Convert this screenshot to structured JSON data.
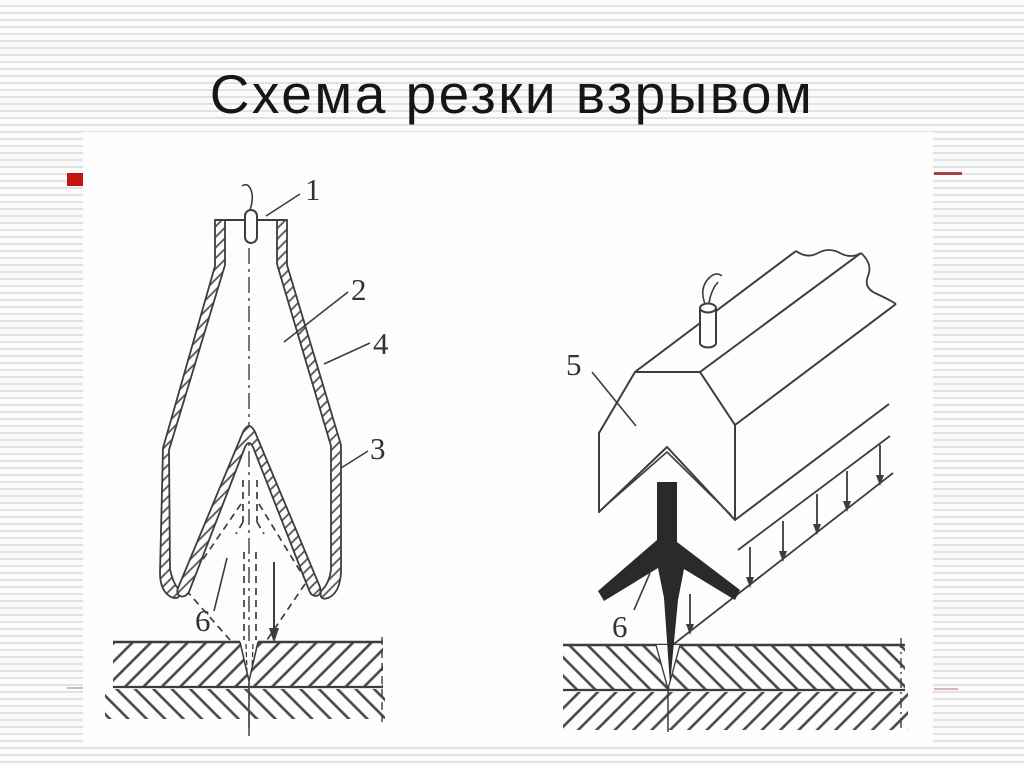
{
  "slide": {
    "title": "Схема резки взрывом"
  },
  "accents": {
    "red_square": "#c31414",
    "dark_red_line": "#a84040",
    "pale_red_line": "#d9b6b6",
    "stripe_gray": "#e2e2e2"
  },
  "figures": {
    "left": {
      "label_1": "1",
      "label_2": "2",
      "label_4": "4",
      "label_3": "3",
      "label_6": "6"
    },
    "right": {
      "label_5": "5",
      "label_6": "6"
    }
  }
}
